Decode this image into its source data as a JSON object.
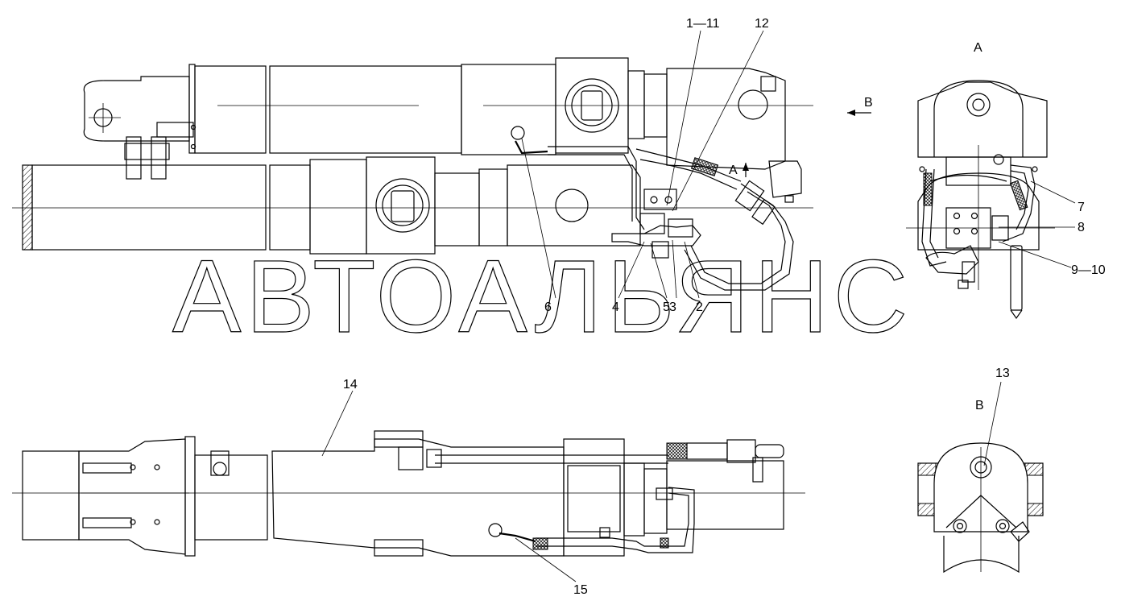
{
  "watermark": "АВТОАЛЬЯНС",
  "view_labels": {
    "a": "А",
    "b": "В",
    "arrow_a": "А",
    "arrow_b": "В"
  },
  "callouts": {
    "c1_11": "1—11",
    "c12": "12",
    "c2": "2",
    "c3": "3",
    "c4": "4",
    "c5": "5",
    "c6": "6",
    "c7": "7",
    "c8": "8",
    "c9_10": "9—10",
    "c13": "13",
    "c14": "14",
    "c15": "15"
  }
}
